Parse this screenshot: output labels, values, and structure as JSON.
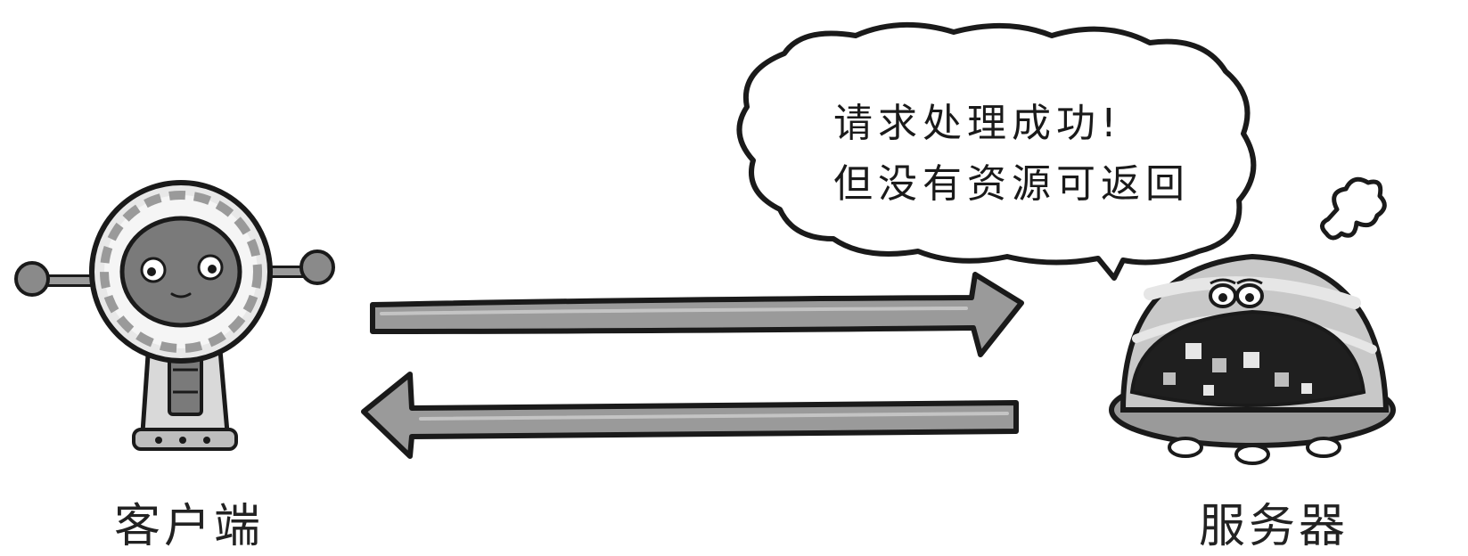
{
  "client": {
    "label": "客户端",
    "icon": "robot-client-icon"
  },
  "server": {
    "label": "服务器",
    "icon": "dome-server-icon"
  },
  "speech_bubble": {
    "line1": "请求处理成功!",
    "line2": "但没有资源可返回"
  },
  "arrows": {
    "request": "arrow-right-icon",
    "response": "arrow-left-icon"
  },
  "colors": {
    "ink": "#1a1a1a",
    "arrow_fill": "#9a9a9a",
    "dome_gray": "#b8b8b8",
    "dark_fill": "#222222",
    "robot_face": "#7a7a7a"
  }
}
